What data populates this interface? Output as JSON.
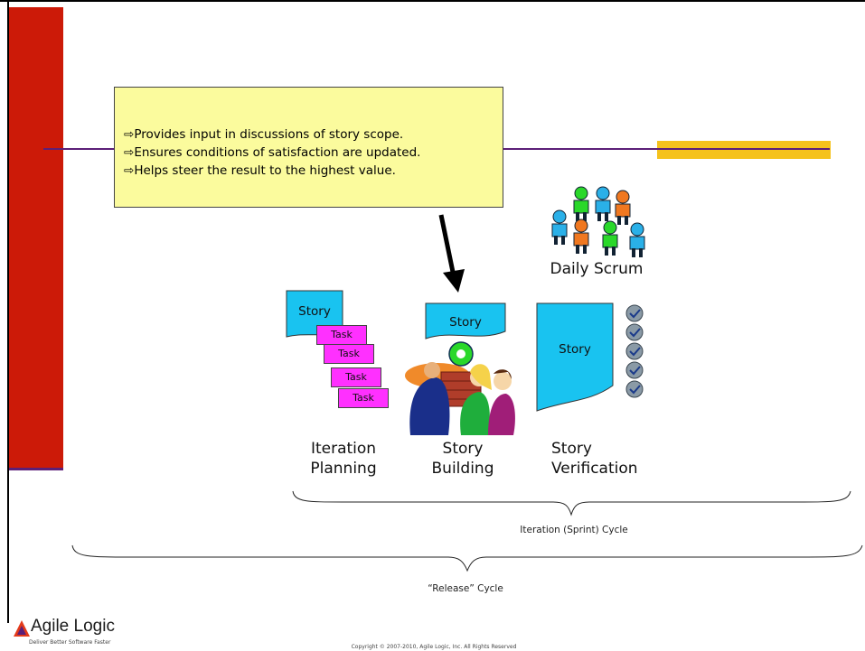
{
  "note": {
    "bullet": "⇨",
    "items": [
      "Provides input in discussions of story scope.",
      "Ensures conditions of satisfaction are updated.",
      "Helps steer the result to the highest value."
    ]
  },
  "daily_scrum": {
    "label": "Daily Scrum"
  },
  "planning": {
    "story_label": "Story",
    "task_label": "Task",
    "label_line1": "Iteration",
    "label_line2": "Planning"
  },
  "building": {
    "story_label": "Story",
    "label_line1": "Story",
    "label_line2": "Building"
  },
  "verification": {
    "story_label": "Story",
    "label_line1": "Story",
    "label_line2": "Verification"
  },
  "cycles": {
    "iteration": "Iteration (Sprint) Cycle",
    "release": "“Release” Cycle"
  },
  "logo": {
    "name": "Agile Logic",
    "tagline": "Deliver Better Software Faster"
  },
  "copyright": "Copyright © 2007-2010, Agile Logic, Inc. All Rights Reserved",
  "colors": {
    "red_bar": "#cc1a08",
    "purple": "#5c1f78",
    "gold": "#f5c21c",
    "note_bg": "#fbfb9d",
    "story_blue": "#19c3f0",
    "task_magenta": "#ff30ff"
  }
}
